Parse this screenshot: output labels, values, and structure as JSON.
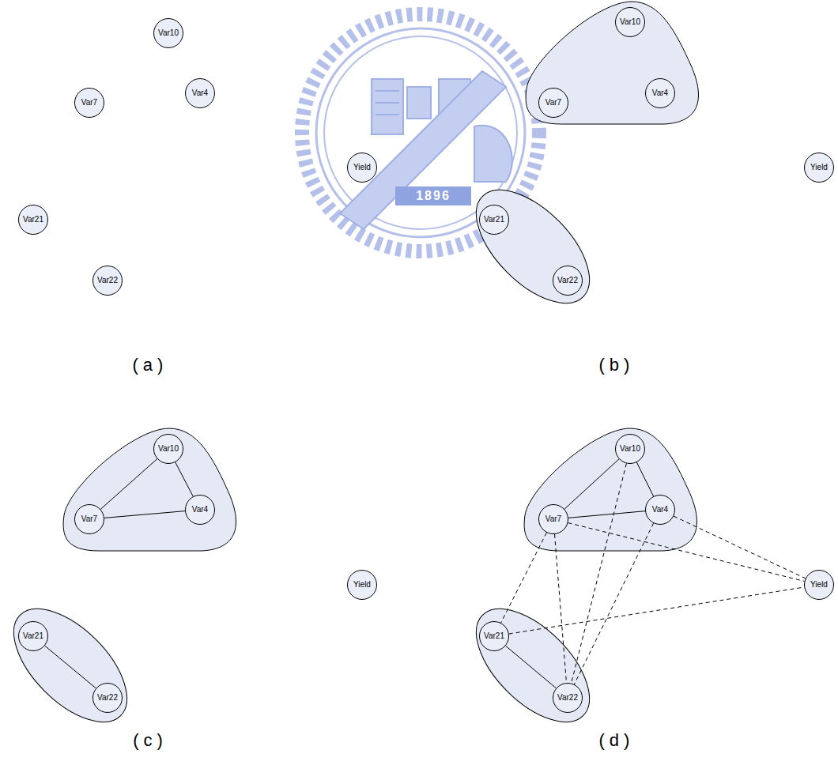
{
  "diagram": {
    "nodes": [
      {
        "text": [
          "Var10"
        ]
      },
      {
        "text": [
          "Var7"
        ]
      },
      {
        "text": [
          "Var4"
        ]
      },
      {
        "text": [
          "Yield"
        ]
      },
      {
        "text": [
          "Var21"
        ]
      },
      {
        "text": [
          "Var22"
        ]
      },
      {
        "text": []
      },
      {
        "text": [
          "Var10"
        ],
        "in": 6
      },
      {
        "text": [
          "Var7"
        ],
        "in": 6
      },
      {
        "text": [
          "Var4"
        ],
        "in": 6
      },
      {
        "text": [
          "Yield"
        ]
      },
      {
        "text": []
      },
      {
        "text": [
          "Var21"
        ],
        "in": 11
      },
      {
        "text": [
          "Var22"
        ],
        "in": 11
      },
      {
        "text": []
      },
      {
        "text": [
          "Var10"
        ],
        "in": 14
      },
      {
        "text": [
          "Var7"
        ],
        "in": 14
      },
      {
        "text": [
          "Var4"
        ],
        "in": 14
      },
      {
        "text": [
          "Yield"
        ]
      },
      {
        "text": []
      },
      {
        "text": [
          "Var21"
        ],
        "in": 19
      },
      {
        "text": [
          "Var22"
        ],
        "in": 19
      },
      {
        "text": []
      },
      {
        "text": [
          "Var10"
        ],
        "in": 22
      },
      {
        "text": [
          "Var7"
        ],
        "in": 22
      },
      {
        "text": [
          "Var4"
        ],
        "in": 22
      },
      {
        "text": [
          "Yield"
        ]
      },
      {
        "text": []
      },
      {
        "text": [
          "Var21"
        ],
        "in": 27
      },
      {
        "text": [
          "Var22"
        ],
        "in": 27
      }
    ],
    "edges": [
      {
        "from": 15,
        "to": 16,
        "arrow": "none"
      },
      {
        "from": 15,
        "to": 17,
        "arrow": "none"
      },
      {
        "from": 16,
        "to": 17,
        "arrow": "none"
      },
      {
        "from": 20,
        "to": 21,
        "arrow": "none"
      },
      {
        "from": 23,
        "to": 24,
        "arrow": "none"
      },
      {
        "from": 23,
        "to": 25,
        "arrow": "none"
      },
      {
        "from": 24,
        "to": 25,
        "arrow": "none"
      },
      {
        "from": 28,
        "to": 29,
        "arrow": "none"
      },
      {
        "from": 24,
        "to": 28,
        "arrow": "none"
      },
      {
        "from": 24,
        "to": 29,
        "arrow": "none"
      },
      {
        "from": 23,
        "to": 29,
        "arrow": "none"
      },
      {
        "from": 25,
        "to": 29,
        "arrow": "none"
      },
      {
        "from": 25,
        "to": 26,
        "arrow": "none"
      },
      {
        "from": 24,
        "to": 26,
        "arrow": "none"
      },
      {
        "from": 28,
        "to": 26,
        "arrow": "none"
      }
    ],
    "labels": [
      "1896",
      "(a)",
      "(b)",
      "(c)",
      "(d)"
    ]
  }
}
